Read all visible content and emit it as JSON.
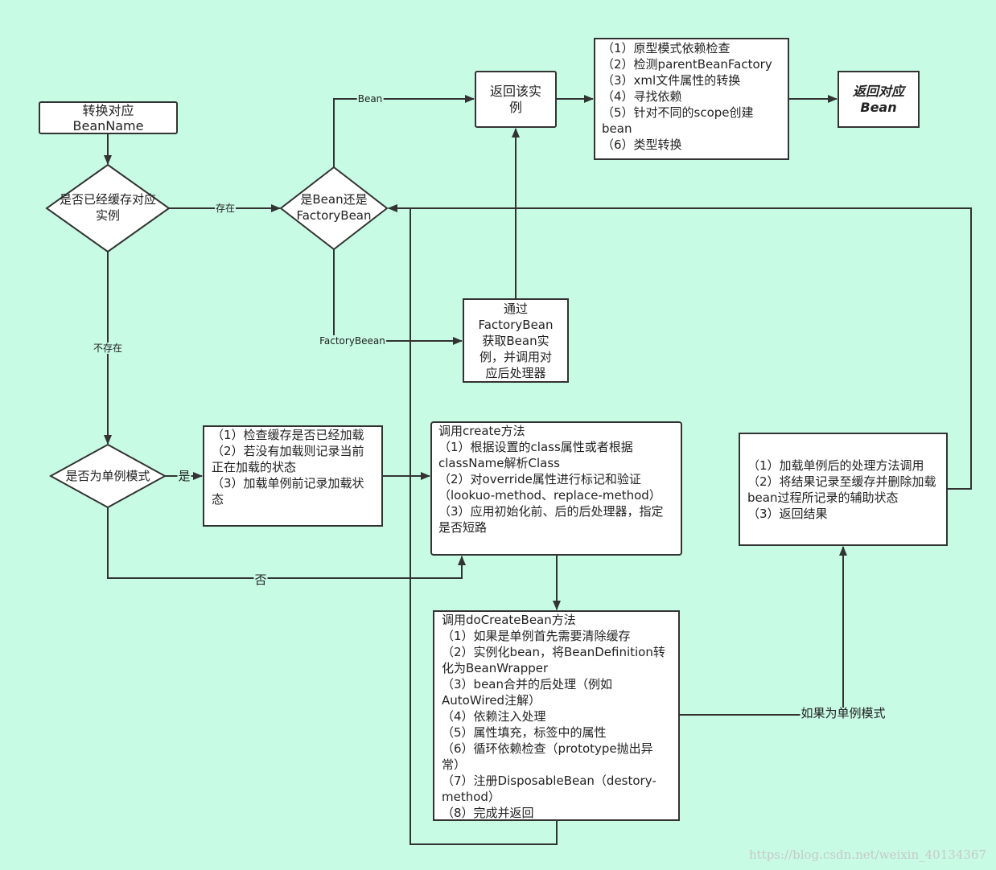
{
  "nodes": {
    "convert_name": [
      "转换对应",
      "BeanName"
    ],
    "cached_decision": [
      "是否已经缓存对应",
      "实例"
    ],
    "bean_or_factory_decision": [
      "是Bean还是",
      "FactoryBean"
    ],
    "return_instance": [
      "返回该实",
      "例"
    ],
    "checks": [
      "（1）原型模式依赖检查",
      "（2）检测parentBeanFactory",
      "（3）xml文件属性的转换",
      "（4）寻找依赖",
      "（5）针对不同的scope创建bean",
      "（6）类型转换"
    ],
    "return_bean": [
      "返回对应",
      "Bean"
    ],
    "factory_get": [
      "通过",
      "FactoryBean",
      "获取Bean实",
      "例，并调用对",
      "应后处理器"
    ],
    "singleton_decision": "是否为单例模式",
    "singleton_prep": [
      "（1）检查缓存是否已经加载",
      "（2）若没有加载则记录当前正在加载的状态",
      "（3）加载单例前记录加载状态"
    ],
    "create": [
      "调用create方法",
      "（1）根据设置的class属性或者根据className解析Class",
      "（2）对override属性进行标记和验证（lookuo-method、replace-method）",
      "（3）应用初始化前、后的后处理器，指定是否短路"
    ],
    "do_create": [
      "调用doCreateBean方法",
      "（1）如果是单例首先需要清除缓存",
      "（2）实例化bean，将BeanDefinition转化为BeanWrapper",
      "（3）bean合并的后处理（例如AutoWired注解）",
      "（4）依赖注入处理",
      "（5）属性填充，标签中的属性",
      "（6）循环依赖检查（prototype抛出异常）",
      "（7）注册DisposableBean（destory-method）",
      "（8）完成并返回"
    ],
    "after_singleton": [
      "（1）加载单例后的处理方法调用",
      "（2）将结果记录至缓存并删除加载bean过程所记录的辅助状态",
      "（3）返回结果"
    ]
  },
  "edge_labels": {
    "exists": "存在",
    "not_exists": "不存在",
    "bean": "Bean",
    "factory": "FactoryBeean",
    "yes": "是",
    "no": "否",
    "if_singleton": "如果为单例模式"
  },
  "watermark": "https://blog.csdn.net/weixin_40134367",
  "colors": {
    "background": "#c7fbe4",
    "stroke": "#333333"
  }
}
